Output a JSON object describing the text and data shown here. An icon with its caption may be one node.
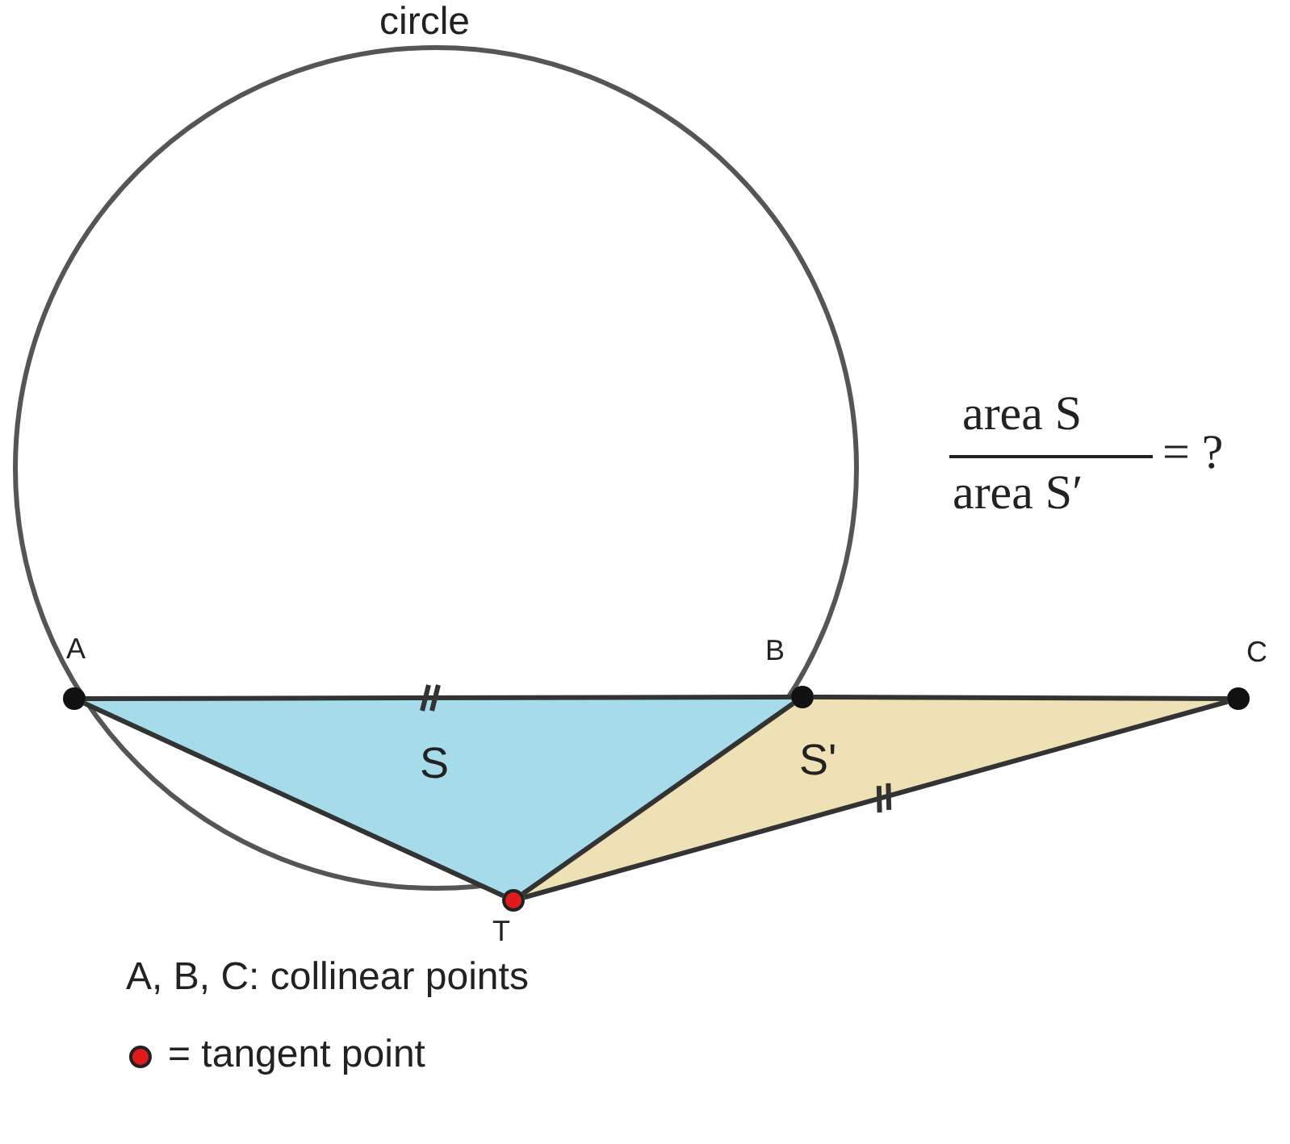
{
  "diagram": {
    "nodes": [
      {
        "text": [
          "circle"
        ]
      },
      {
        "text": [
          "A"
        ]
      },
      {
        "text": [
          "B"
        ]
      },
      {
        "text": [
          "C"
        ]
      },
      {
        "text": [
          "S"
        ]
      },
      {
        "text": [
          "S'"
        ]
      },
      {
        "text": [
          "T"
        ]
      }
    ],
    "edges": [
      {
        "from": 1,
        "to": 2,
        "arrow": "none"
      },
      {
        "from": 2,
        "to": 3,
        "arrow": "none"
      },
      {
        "from": 1,
        "to": 6,
        "arrow": "none"
      },
      {
        "from": 2,
        "to": 6,
        "arrow": "none"
      },
      {
        "from": 6,
        "to": 3,
        "arrow": "none"
      }
    ],
    "labels": [
      "area S",
      "area S′",
      "= ?",
      "A, B, C: collinear points"
    ],
    "legend": [
      {
        "text": "= tangent point",
        "color": "#e01b1b"
      }
    ]
  }
}
